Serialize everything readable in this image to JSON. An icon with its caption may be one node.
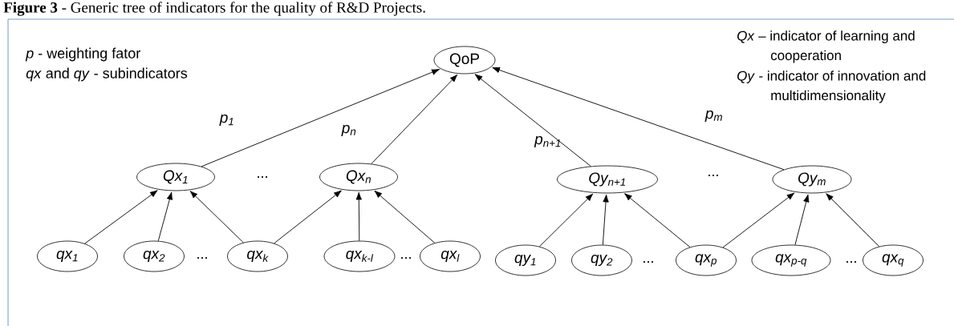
{
  "diagram": {
    "title": "**Figure 3** - Generic tree of indicators for the quality of R&D Projects.",
    "nodes": [
      {
        "text": [
          "QoP"
        ]
      },
      {
        "text": [
          "Qx$_{1}$"
        ]
      },
      {
        "text": [
          "Qx$_{n}$"
        ]
      },
      {
        "text": [
          "Qy$_{n+1}$"
        ]
      },
      {
        "text": [
          "Qy$_{m}$"
        ]
      },
      {
        "text": [
          "qx$_{1}$"
        ]
      },
      {
        "text": [
          "qx$_{2}$"
        ]
      },
      {
        "text": [
          "qx$_{k}$"
        ]
      },
      {
        "text": [
          "qx$_{k-l}$"
        ]
      },
      {
        "text": [
          "qx$_{l}$"
        ]
      },
      {
        "text": [
          "qy$_{1}$"
        ]
      },
      {
        "text": [
          "qy$_{2}$"
        ]
      },
      {
        "text": [
          "qx$_{p}$"
        ]
      },
      {
        "text": [
          "qx$_{p-q}$"
        ]
      },
      {
        "text": [
          "qx$_{q}$"
        ]
      }
    ],
    "edges": [
      {
        "from": 1,
        "to": 0,
        "arrow": "to",
        "label": "p$_{1}$"
      },
      {
        "from": 2,
        "to": 0,
        "arrow": "to",
        "label": "p$_{n}$"
      },
      {
        "from": 3,
        "to": 0,
        "arrow": "to",
        "label": "p$_{n+1}$"
      },
      {
        "from": 4,
        "to": 0,
        "arrow": "to",
        "label": "p$_{m}$"
      },
      {
        "from": 5,
        "to": 1,
        "arrow": "to"
      },
      {
        "from": 6,
        "to": 1,
        "arrow": "to"
      },
      {
        "from": 7,
        "to": 1,
        "arrow": "to"
      },
      {
        "from": 7,
        "to": 2,
        "arrow": "to"
      },
      {
        "from": 8,
        "to": 2,
        "arrow": "to"
      },
      {
        "from": 9,
        "to": 2,
        "arrow": "to"
      },
      {
        "from": 10,
        "to": 3,
        "arrow": "to"
      },
      {
        "from": 11,
        "to": 3,
        "arrow": "to"
      },
      {
        "from": 12,
        "to": 3,
        "arrow": "to"
      },
      {
        "from": 12,
        "to": 4,
        "arrow": "to"
      },
      {
        "from": 13,
        "to": 4,
        "arrow": "to"
      },
      {
        "from": 14,
        "to": 4,
        "arrow": "to"
      }
    ],
    "labels": [
      "*p* - weighting fator",
      "*qx* and *qy* - subindicators",
      "*Qx* – indicator of learning and cooperation",
      "*Qy* - indicator of innovation and multidimensionality",
      "...",
      "...",
      "...",
      "...",
      "...",
      "..."
    ]
  }
}
